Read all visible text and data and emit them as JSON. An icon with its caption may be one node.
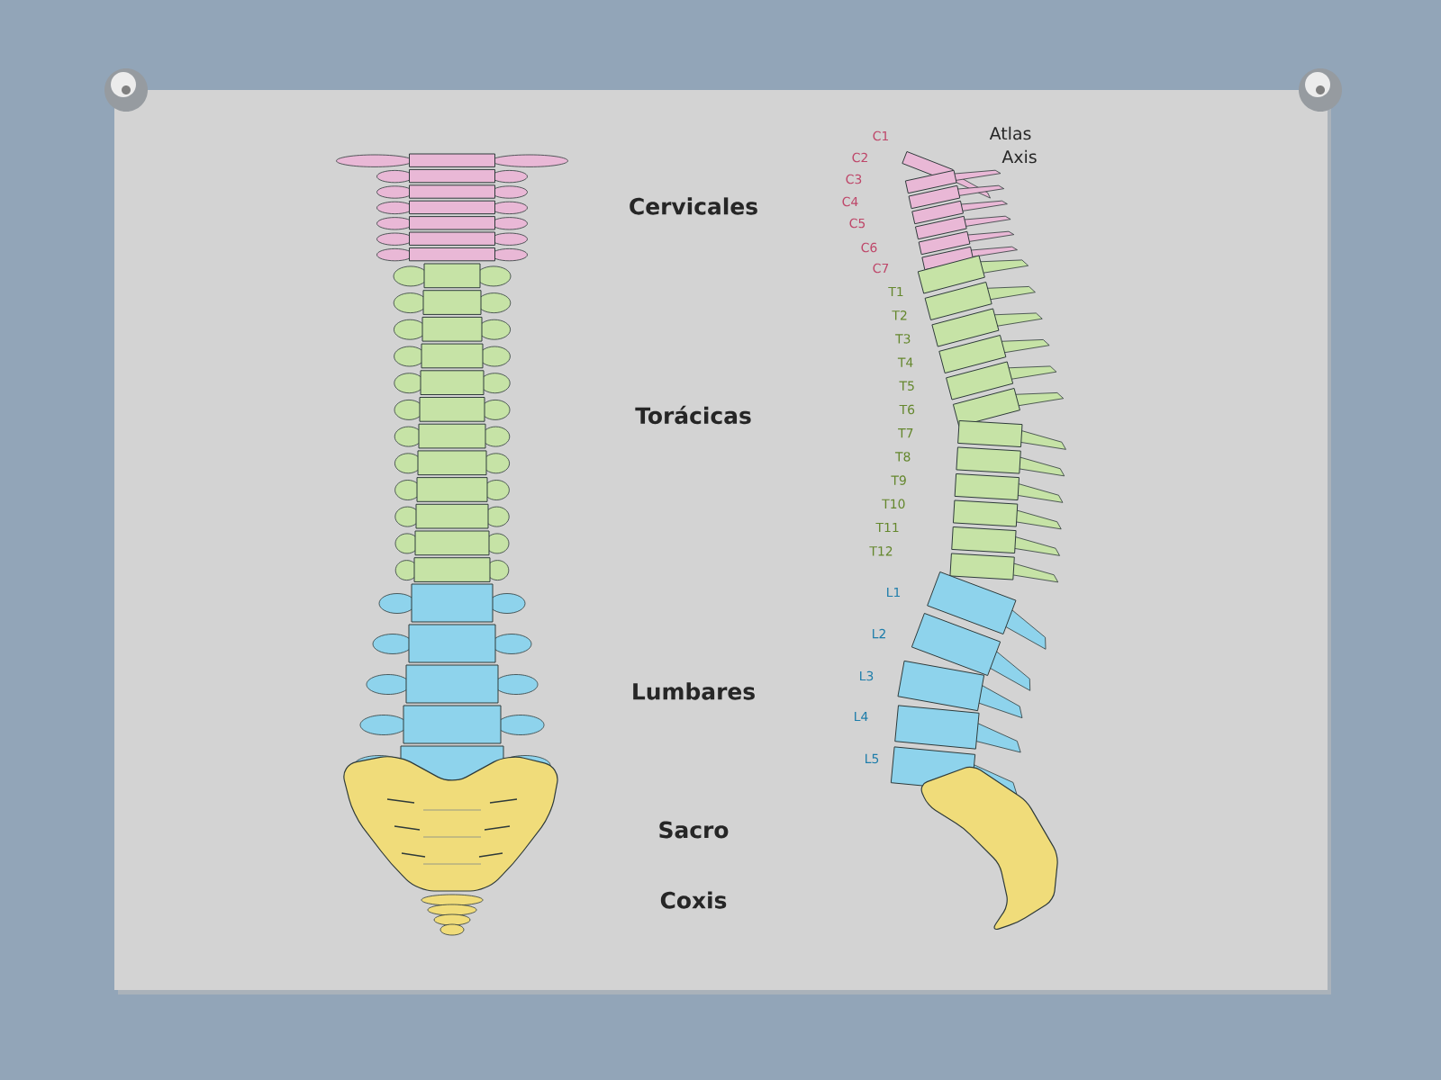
{
  "diagram": {
    "labels": [
      "Cervicales",
      "Torácicas",
      "Lumbares",
      "Sacro",
      "Coxis",
      "Atlas",
      "Axis",
      "C1",
      "C2",
      "C3",
      "C4",
      "C5",
      "C6",
      "C7",
      "T1",
      "T2",
      "T3",
      "T4",
      "T5",
      "T6",
      "T7",
      "T8",
      "T9",
      "T10",
      "T11",
      "T12",
      "L1",
      "L2",
      "L3",
      "L4",
      "L5"
    ]
  }
}
